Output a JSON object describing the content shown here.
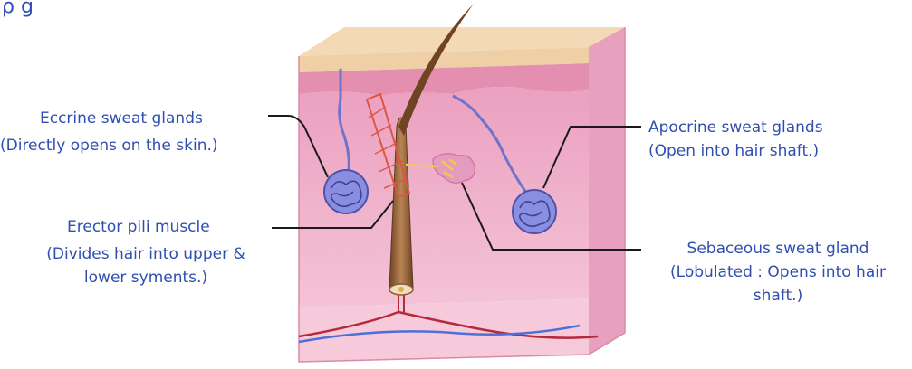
{
  "heading_fragment": "p g",
  "labels": {
    "eccrine": {
      "line1": "Eccrine sweat glands",
      "line2": "(Directly opens on the skin.)"
    },
    "erector": {
      "line1": "Erector pili muscle",
      "line2": "(Divides hair into upper &",
      "line3": "lower syments.)"
    },
    "apocrine": {
      "line1": "Apocrine sweat glands",
      "line2": "(Open into hair shaft.)"
    },
    "sebaceous": {
      "line1": "Sebaceous sweat gland",
      "line2": "(Lobulated : Opens into hair",
      "line3": "shaft.)"
    }
  },
  "colors": {
    "label_text": "#2f4fb0",
    "leader_line": "#1a1a1a",
    "skin_surface": "#f3d9b5",
    "epidermis": "#e48fb0",
    "dermis": "#f2b7cf",
    "hypodermis": "#f6cadb",
    "hair": "#a16a3c",
    "gland": "#6f73c9",
    "artery": "#b52a3a",
    "vein": "#4f6fd6",
    "muscle": "#e0553f"
  }
}
